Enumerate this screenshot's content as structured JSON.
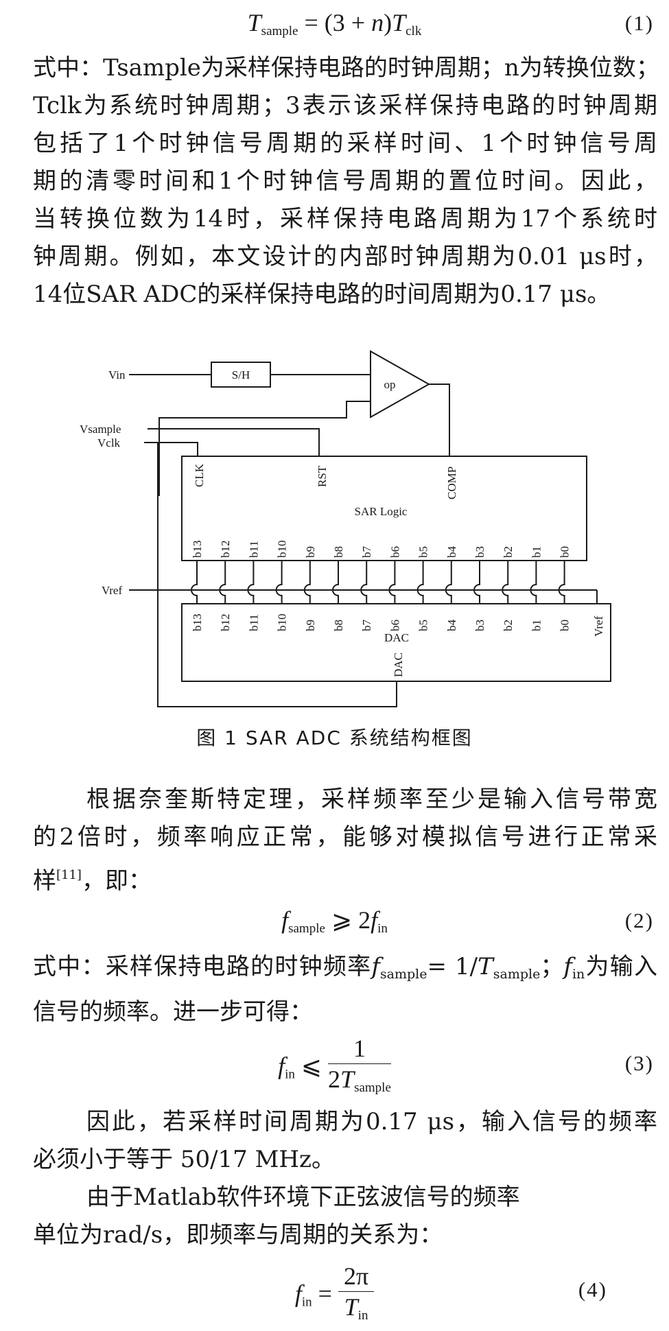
{
  "eq1": {
    "lhs_var": "T",
    "lhs_sub": "sample",
    "rhs_pre": "= (3 + ",
    "rhs_n": "n",
    "rhs_close": ")",
    "rhs_var": "T",
    "rhs_sub": "clk",
    "number": "(1)"
  },
  "para1": [
    "式中：Tsample为采样保持电路的时钟周期；n为转换位数；",
    "Tclk为系统时钟周期；3表示该采样保持电路的时钟周期",
    "包括了1个时钟信号周期的采样时间、1个时钟信号周",
    "期的清零时间和1个时钟信号周期的置位时间。因此，",
    "当转换位数为14时，采样保持电路周期为17个系统时",
    "钟周期。例如，本文设计的内部时钟周期为0.01 μs时，",
    "14位SAR ADC的采样保持电路的时间周期为0.17 μs。"
  ],
  "diagram": {
    "input_label": "Vin",
    "sh_label": "S/H",
    "op_label": "op",
    "vsample_label": "Vsample",
    "vclk_label": "Vclk",
    "vref_label": "Vref",
    "sar_title": "SAR  Logic",
    "sar_clk": "CLK",
    "sar_rst": "RST",
    "sar_comp": "COMP",
    "dac_title": "DAC",
    "dac_out": "DAC",
    "dac_vref": "Vref",
    "bits": [
      "b13",
      "b12",
      "b11",
      "b10",
      "b9",
      "b8",
      "b7",
      "b6",
      "b5",
      "b4",
      "b3",
      "b2",
      "b1",
      "b0"
    ]
  },
  "caption": "图 1   SAR  ADC 系统结构框图",
  "para2": [
    "根据奈奎斯特定理，采样频率至少是输入信号带宽",
    "的2倍时，频率响应正常，能够对模拟信号进行正常采",
    "样",
    "[11]",
    "，即："
  ],
  "eq2": {
    "lhs_var": "f",
    "lhs_sub": "sample",
    "op": " ⩾ 2",
    "rhs_var": "f",
    "rhs_sub": "in",
    "number": "(2)"
  },
  "para3": {
    "line1_pre": "式中：采样保持电路的时钟频率",
    "line1_f": "f",
    "line1_fsub": "sample",
    "line1_eq": "= 1/",
    "line1_t": "T",
    "line1_tsub": "sample",
    "line1_sep": "；",
    "line1_fin": "f",
    "line1_finsub": "in",
    "line1_post": "为输入",
    "line2": "信号的频率。进一步可得："
  },
  "eq3": {
    "lhs_var": "f",
    "lhs_sub": "in",
    "op": " ⩽ ",
    "num": "1",
    "den_pre": "2",
    "den_var": "T",
    "den_sub": "sample",
    "number": "(3)"
  },
  "para4": [
    "因此，若采样时间周期为0.17 μs，输入信号的频率",
    "必须小于等于 50/17  MHz。",
    "由于Matlab软件环境下正弦波信号的频率",
    "单位为rad/s，即频率与周期的关系为："
  ],
  "eq4": {
    "lhs_var": "f",
    "lhs_sub": "in",
    "op": " = ",
    "num": "2π",
    "den_var": "T",
    "den_sub": "in",
    "number": "(4)"
  }
}
